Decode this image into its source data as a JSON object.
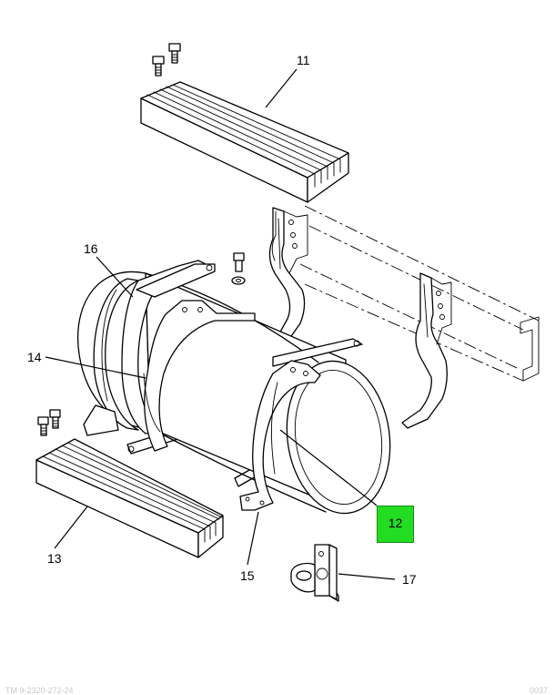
{
  "diagram": {
    "callouts": {
      "c11": "11",
      "c12": "12",
      "c13": "13",
      "c14": "14",
      "c15": "15",
      "c16": "16",
      "c17": "17"
    },
    "highlight": {
      "label": "12",
      "color": "#22dd22"
    },
    "footer": {
      "left": "TM 9-2320-272-24",
      "right": "0037"
    }
  }
}
